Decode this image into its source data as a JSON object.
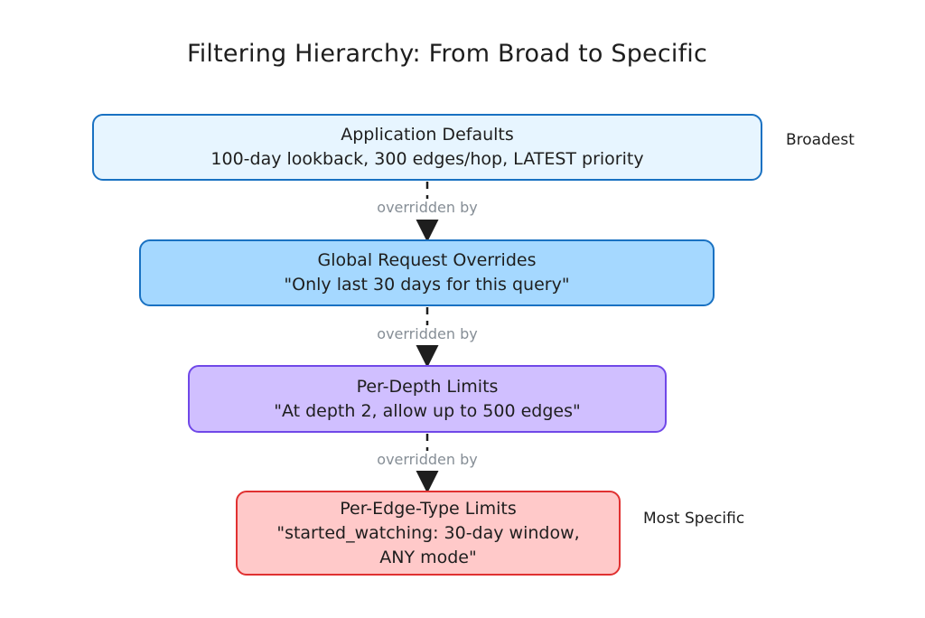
{
  "title": "Filtering Hierarchy: From Broad to Specific",
  "levels": [
    {
      "heading": "Application Defaults",
      "detail": "100-day lookback, 300 edges/hop, LATEST priority",
      "fill": "#e7f5ff",
      "stroke": "#1971c2"
    },
    {
      "heading": "Global Request Overrides",
      "detail": "\"Only last 30 days for this query\"",
      "fill": "#a5d8ff",
      "stroke": "#1971c2"
    },
    {
      "heading": "Per-Depth Limits",
      "detail": "\"At depth 2, allow up to 500 edges\"",
      "fill": "#d0bfff",
      "stroke": "#7048e8"
    },
    {
      "heading": "Per-Edge-Type Limits",
      "detail": "\"started_watching: 30-day window,",
      "detail2": "ANY mode\"",
      "fill": "#ffc9c9",
      "stroke": "#e03131"
    }
  ],
  "edge_label": "overridden by",
  "side_labels": {
    "top": "Broadest",
    "bottom": "Most Specific"
  }
}
